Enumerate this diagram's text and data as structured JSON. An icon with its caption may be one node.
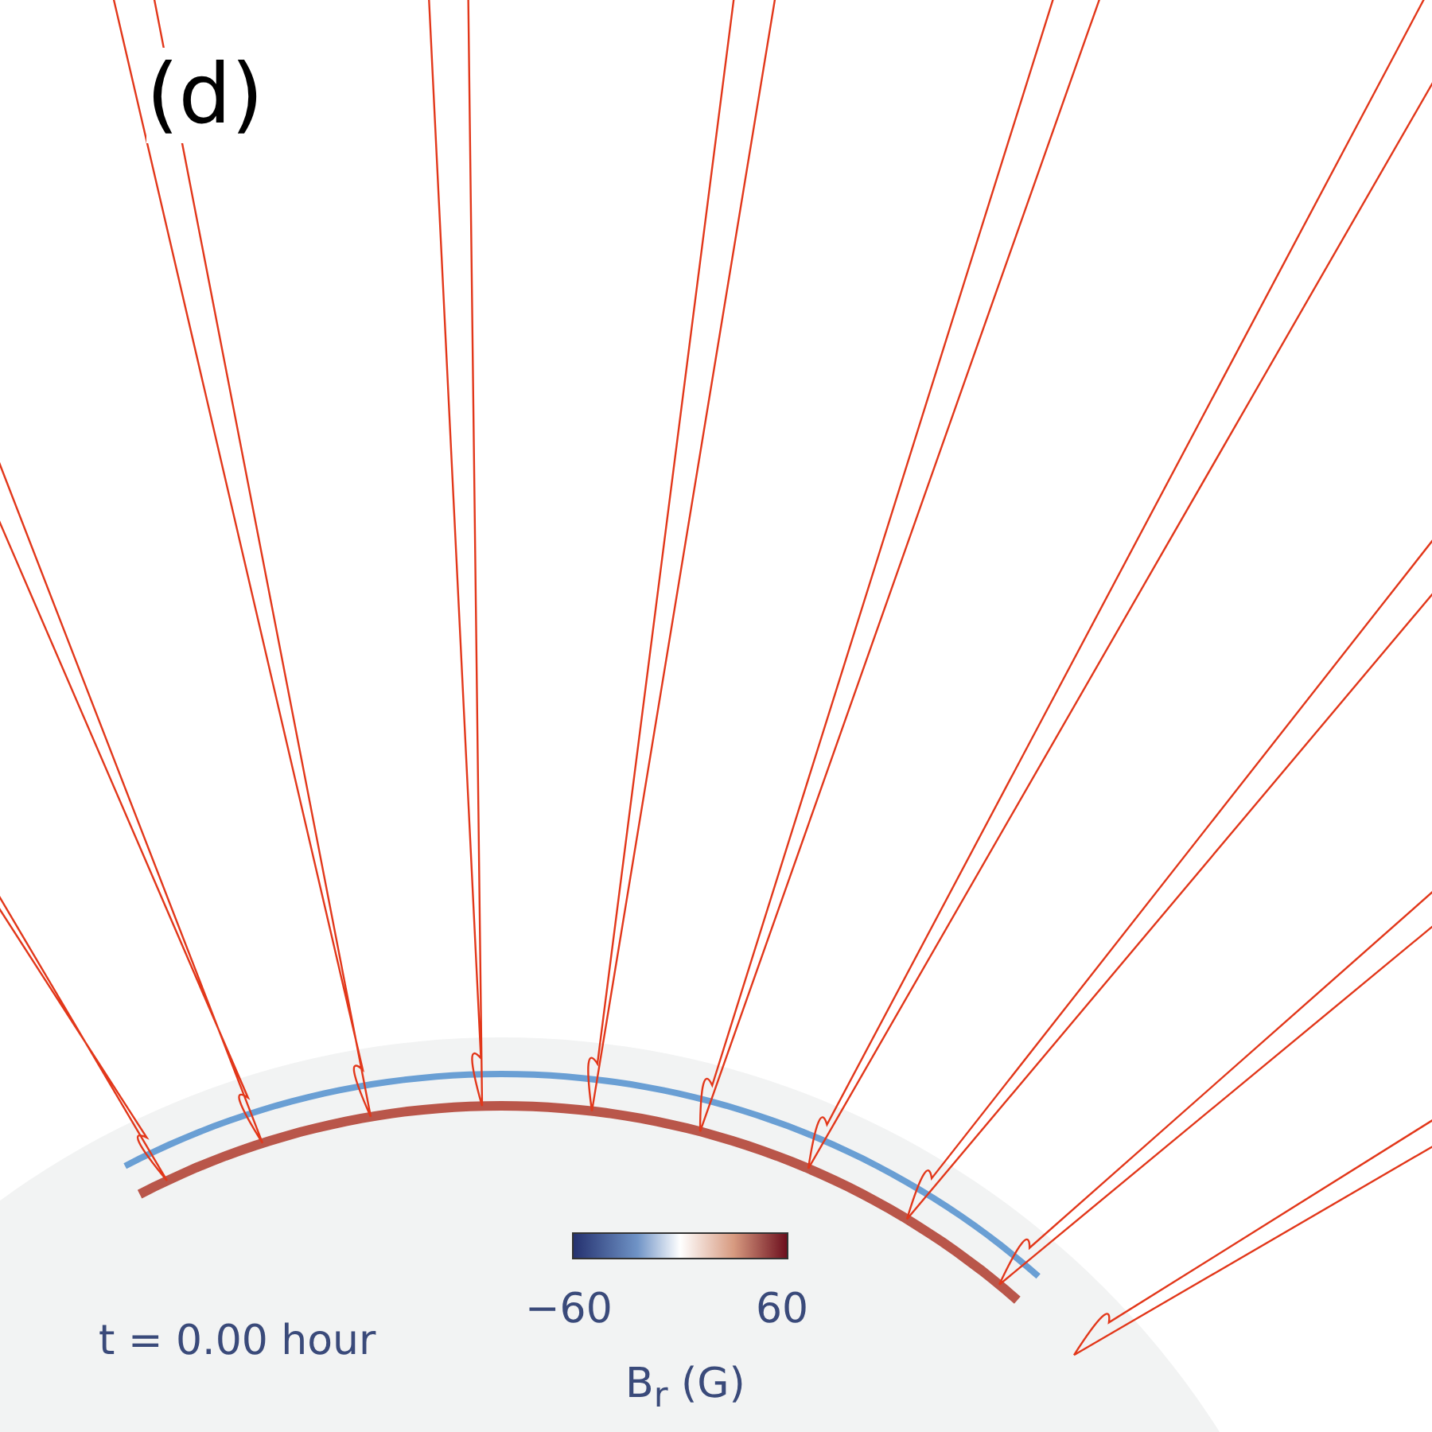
{
  "diagram": {
    "labels": [
      "(d)",
      "t = 0.00 hour",
      "−60",
      "60",
      "B$_{r}$ (G)"
    ]
  }
}
